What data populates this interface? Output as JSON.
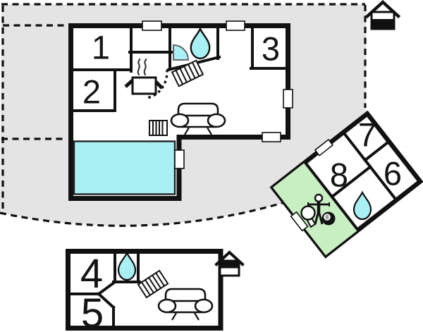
{
  "plan": {
    "title_hint": "holiday-home floor plan",
    "main_building": {
      "rooms": [
        {
          "number": "1"
        },
        {
          "number": "2"
        },
        {
          "number": "3"
        }
      ],
      "features": [
        "entrance-door",
        "bathroom-water-drop",
        "shower-quarter-circle",
        "kitchen-pot-with-steam",
        "door-swing-arc",
        "radiator-tilted",
        "sofa",
        "radiator-vertical",
        "swimming-pool",
        "window-openings"
      ]
    },
    "annex_building": {
      "rooms": [
        {
          "number": "7"
        },
        {
          "number": "6"
        },
        {
          "number": "8"
        }
      ],
      "features": [
        "bathroom-water-drop",
        "activity-room-green",
        "table-tennis-paddle",
        "foosball-player",
        "billiard-ball",
        "door-openings"
      ]
    },
    "guest_building": {
      "rooms": [
        {
          "number": "4"
        },
        {
          "number": "5"
        }
      ],
      "features": [
        "bathroom-water-drop",
        "radiator-tilted",
        "sofa"
      ]
    },
    "billiard_ball_number": "8",
    "icons": {
      "house_icon_ground": "house with lower storey filled black",
      "house_icon_upper": "house with upper storey filled black",
      "water_drop": "drop glyph",
      "radiator": "hatched rectangle",
      "sofa": "couch outline"
    },
    "colors": {
      "plot_gray": "#e4e4e4",
      "water_cyan": "#a9f0f4",
      "activity_green": "#c8efc2",
      "wall_black": "#111111",
      "background": "#ffffff"
    }
  }
}
